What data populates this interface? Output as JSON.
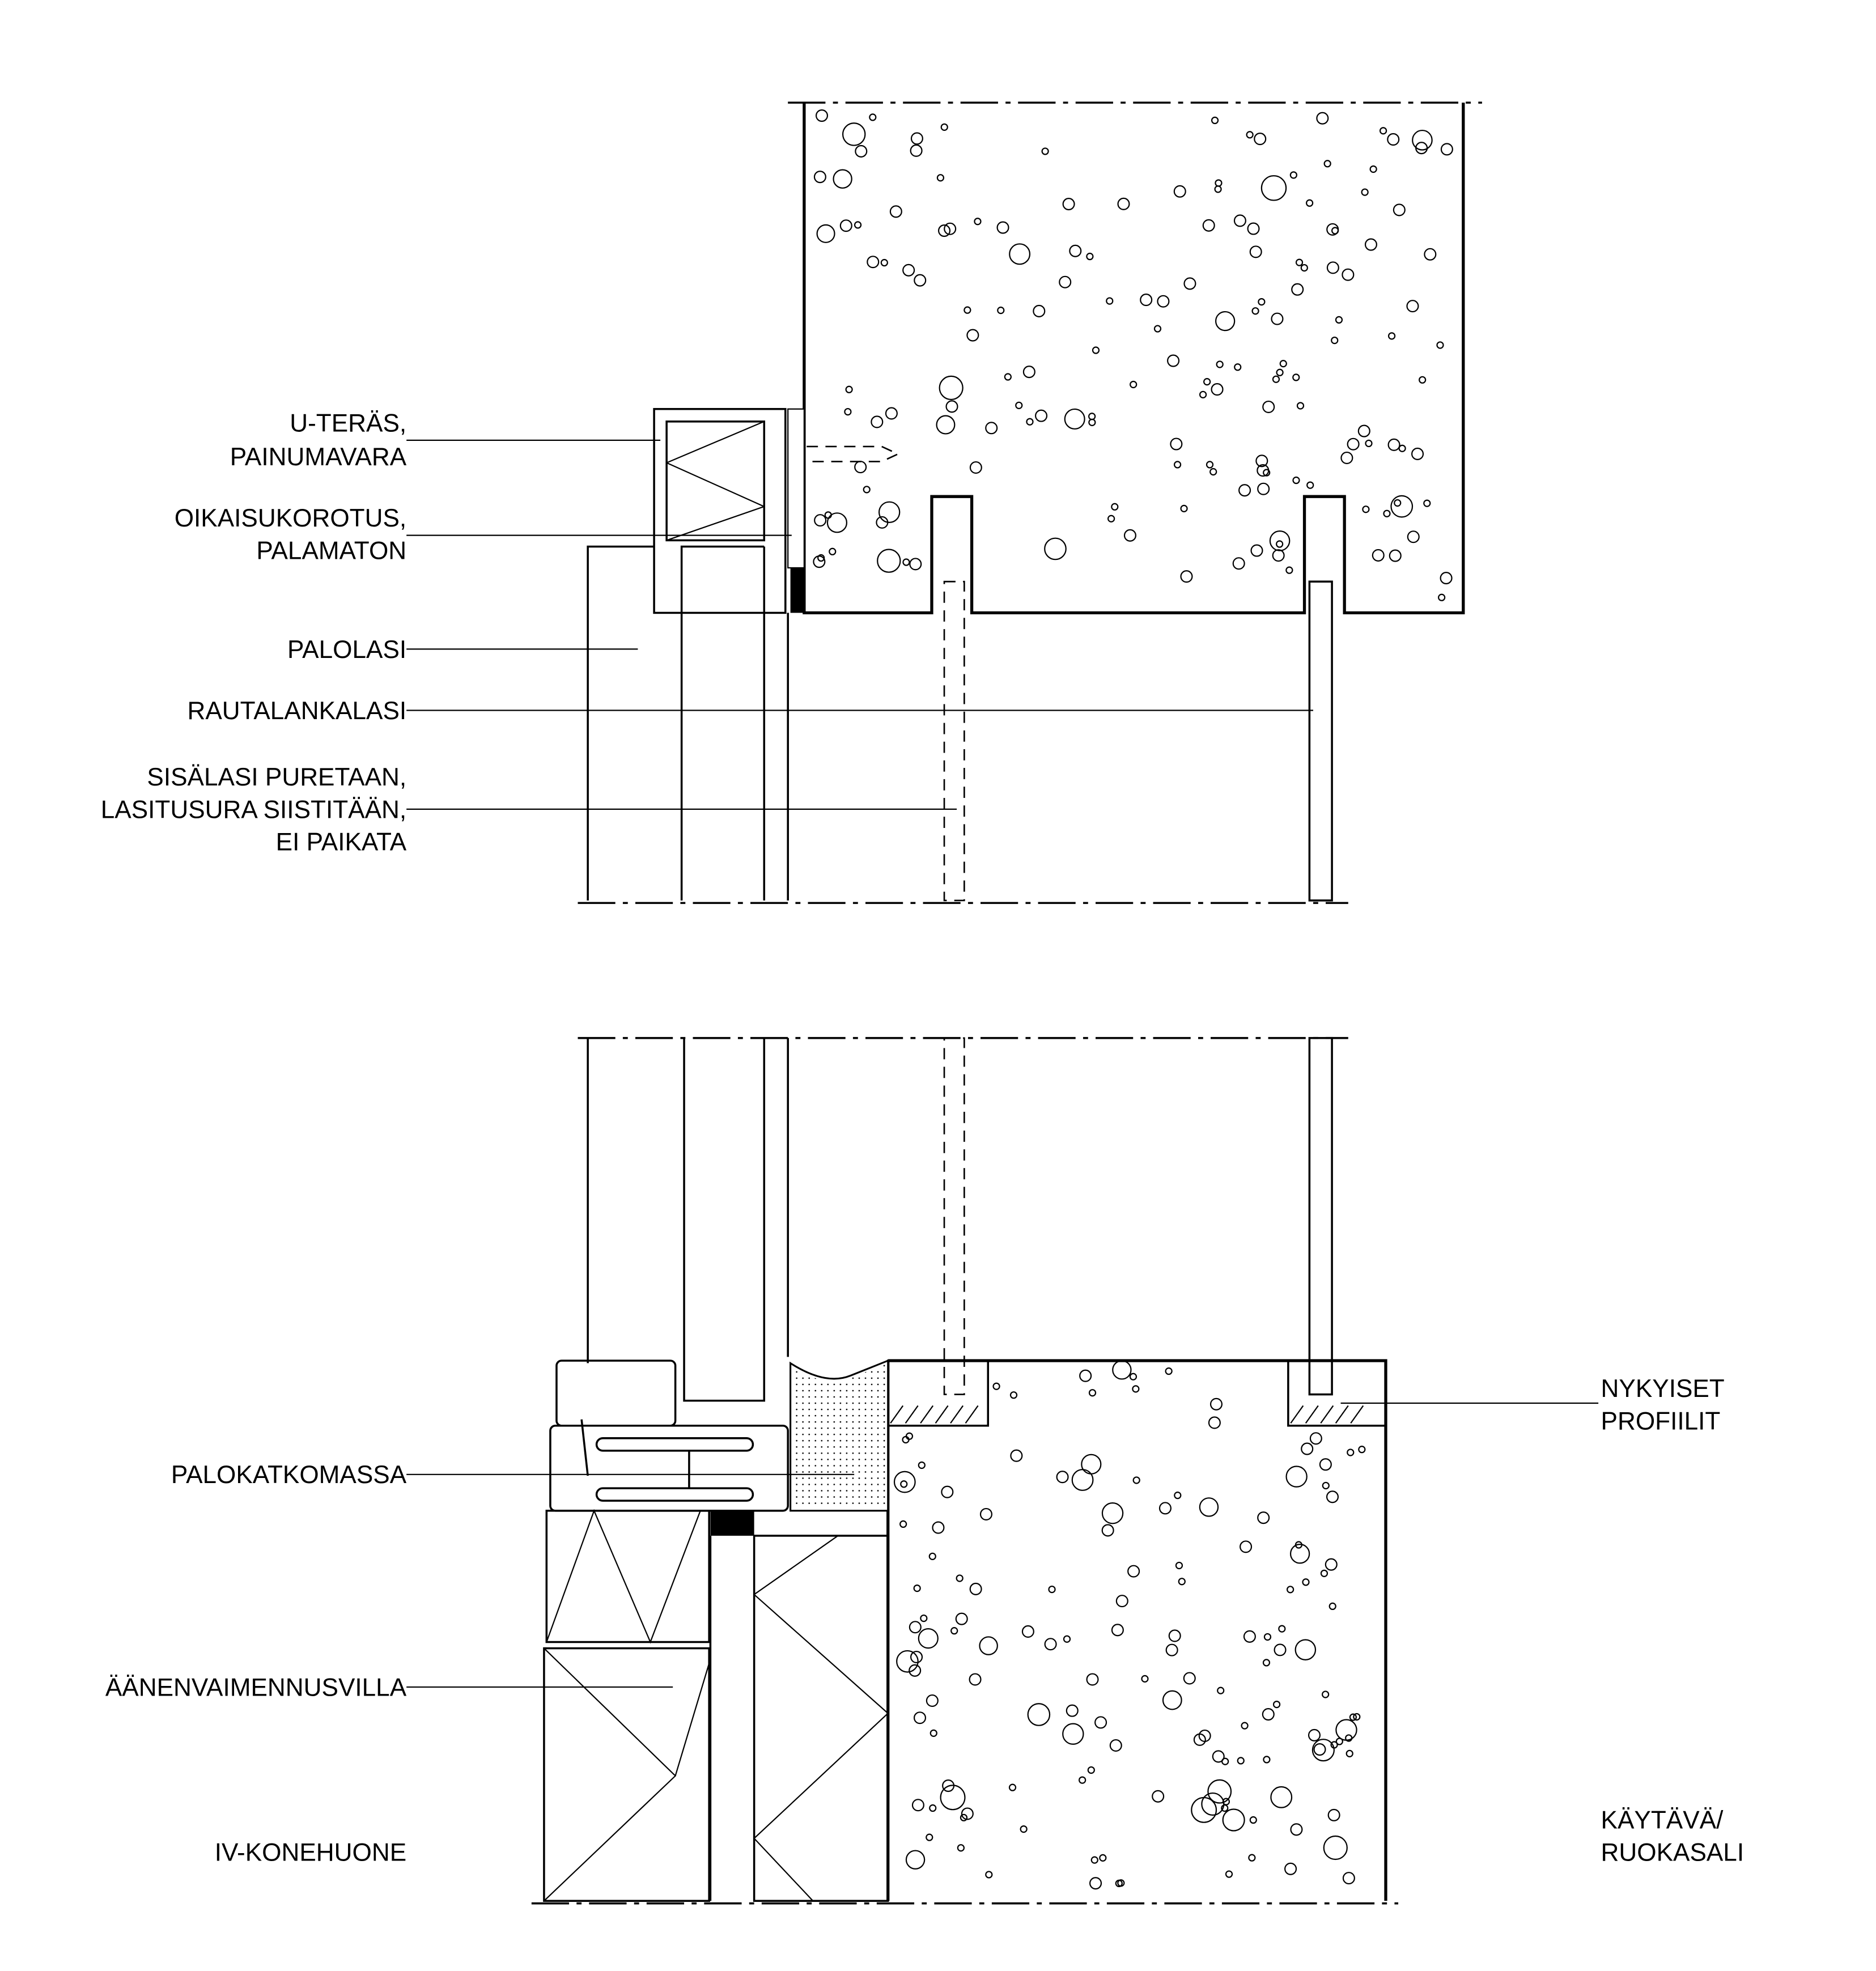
{
  "labels": {
    "u_steel": [
      "U-TERÄS,",
      "PAINUMAVARA"
    ],
    "shim": [
      "OIKAISUKOROTUS,",
      "PALAMATON"
    ],
    "fire_glass": [
      "PALOLASI"
    ],
    "wired_glass": [
      "RAUTALANKALASI"
    ],
    "inner_glass": [
      "SISÄLASI PURETAAN,",
      "LASITUSURA SIISTITÄÄN,",
      "EI PAIKATA"
    ],
    "fire_sealant": [
      "PALOKATKOMASSA"
    ],
    "acoustic_wool": [
      "ÄÄNENVAIMENNUSVILLA"
    ],
    "existing_profiles": [
      "NYKYISET",
      "PROFIILIT"
    ],
    "room_left": [
      "IV-KONEHUONE"
    ],
    "room_right": [
      "KÄYTÄVÄ/",
      "RUOKASALI"
    ]
  },
  "colors": {
    "line": "#000000",
    "background": "#ffffff"
  }
}
